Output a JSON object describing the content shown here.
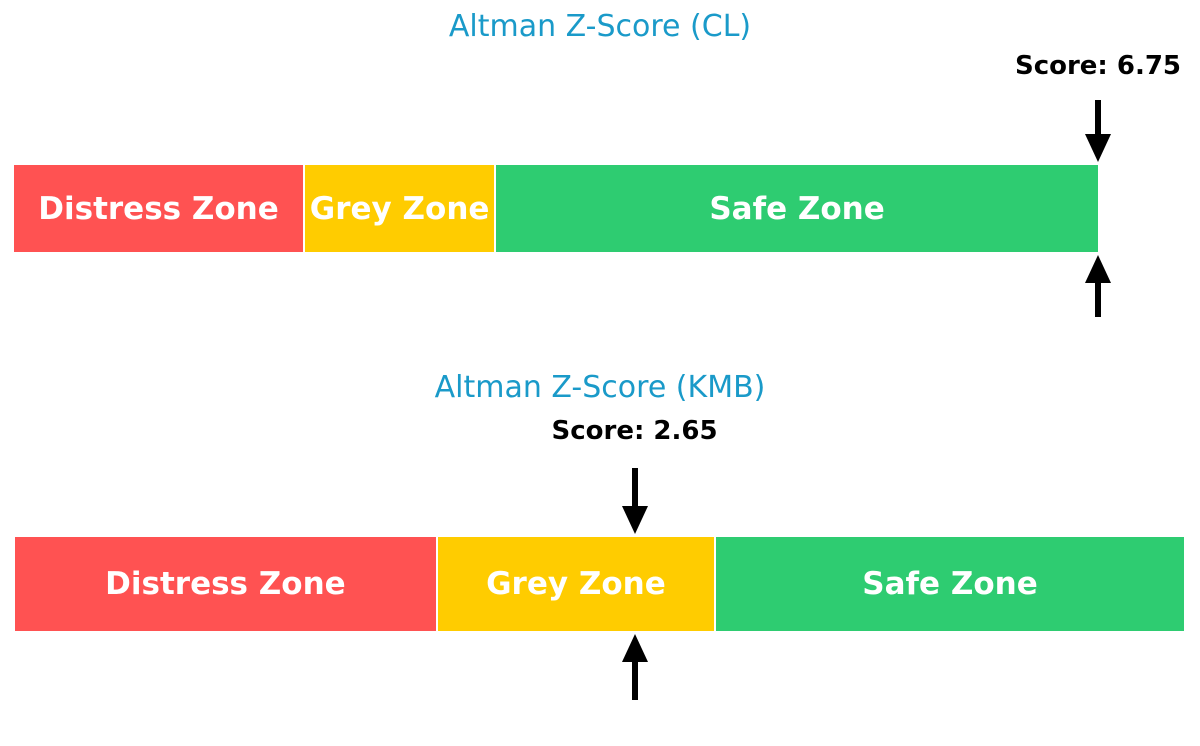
{
  "colors": {
    "title": "#1a9ac9",
    "distress": "#ff5252",
    "grey": "#ffcc00",
    "safe": "#2ecc71",
    "arrow": "#000000"
  },
  "chart_data": [
    {
      "type": "bar",
      "title": "Altman Z-Score (CL)",
      "score_label": "Score: 6.75",
      "score": 6.75,
      "zones": [
        {
          "label": "Distress Zone",
          "from": 0,
          "to": 1.8
        },
        {
          "label": "Grey Zone",
          "from": 1.8,
          "to": 2.99
        },
        {
          "label": "Safe Zone",
          "from": 2.99,
          "to": 6.75
        }
      ],
      "xlim": [
        0,
        6.75
      ]
    },
    {
      "type": "bar",
      "title": "Altman Z-Score (KMB)",
      "score_label": "Score: 2.65",
      "score": 2.65,
      "zones": [
        {
          "label": "Distress Zone",
          "from": 0,
          "to": 1.8
        },
        {
          "label": "Grey Zone",
          "from": 1.8,
          "to": 2.99
        },
        {
          "label": "Safe Zone",
          "from": 2.99,
          "to": 5.0
        }
      ],
      "xlim": [
        0,
        5.0
      ]
    }
  ]
}
